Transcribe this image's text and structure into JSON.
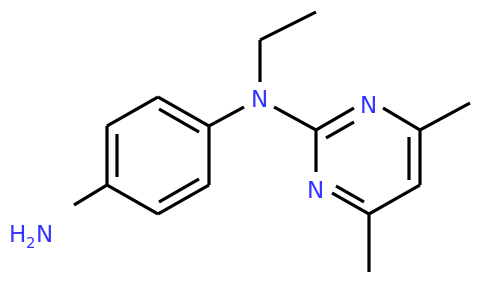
{
  "molecule": {
    "atoms": {
      "amine_h": "H",
      "amine_h_count": "2",
      "amine_n": "N",
      "bridge_n": "N",
      "ring_n_top": "N",
      "ring_n_bottom": "N"
    }
  },
  "colors": {
    "nitrogen": "#3333ff",
    "bond": "#000000",
    "background": "#ffffff"
  }
}
